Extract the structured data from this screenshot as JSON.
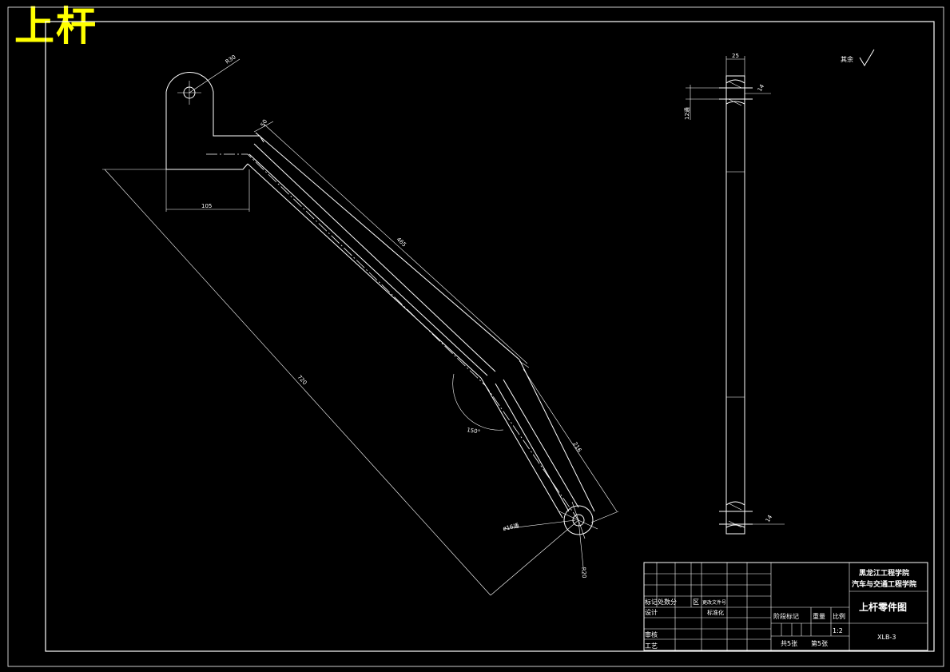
{
  "title": "上杆",
  "colors": {
    "background": "#000000",
    "lines": "#ffffff",
    "title": "#ffff00"
  },
  "dimensions": {
    "r30": "R30",
    "d50": "50",
    "d105": "105",
    "d465": "465",
    "d720": "720",
    "d216": "216",
    "angle150": "150°",
    "d16": "ø16通",
    "r20": "R20",
    "d25": "25",
    "d12": "12通",
    "d14a": "14",
    "d14b": "14"
  },
  "roughness": {
    "label": "其余"
  },
  "title_block": {
    "school_line1": "黑龙江工程学院",
    "school_line2": "汽车与交通工程学院",
    "drawing_name": "上杆零件图",
    "drawing_number": "XLB-3",
    "row_marks": "标记处数分",
    "row_zone": "区",
    "row_change": "更改文件号",
    "row_design": "设计",
    "row_standard": "标准化",
    "row_review": "审核",
    "row_process": "工艺",
    "stage_mark": "阶段标记",
    "weight": "重量",
    "scale": "比例",
    "scale_value": "1:2",
    "sheets_total": "共5张",
    "sheet_current": "第5张"
  }
}
